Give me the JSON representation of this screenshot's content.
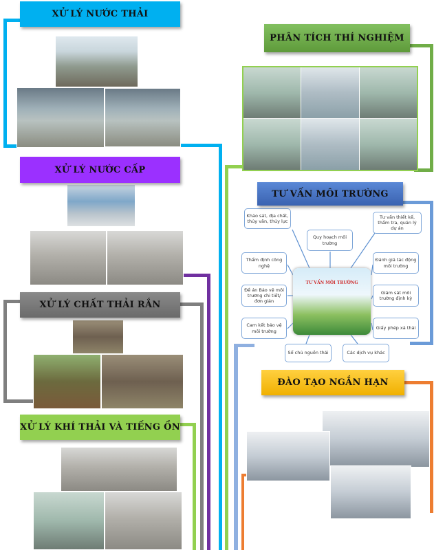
{
  "sections": {
    "wastewater": {
      "title": "XỬ LÝ NƯỚC THẢI",
      "color": "#00b0f0"
    },
    "water_supply": {
      "title": "XỬ LÝ NƯỚC CẤP",
      "color": "#9b30ff"
    },
    "solid_waste": {
      "title": "XỬ LÝ CHẤT THẢI RẮN",
      "color": "#7f7f7f"
    },
    "emission_noise": {
      "title": "XỬ LÝ KHÍ THẢI VÀ TIẾNG ỒN",
      "color": "#92d050"
    },
    "lab_analysis": {
      "title": "PHÂN TÍCH THÍ NGHIỆM",
      "color": "#70ad47"
    },
    "env_consulting": {
      "title": "TƯ VẤN MÔI TRƯỜNG",
      "color": "#4472c4"
    },
    "training": {
      "title": "ĐÀO TẠO NGẮN HẠN",
      "color": "#ffc000"
    }
  },
  "mindmap": {
    "center": "TƯ VẤN MÔI TRƯỜNG",
    "nodes": [
      "Khảo sát, địa chất, thủy văn, thủy lực",
      "Quy hoạch môi trường",
      "Tư vấn thiết kế, thẩm tra, quản lý dự án",
      "Thẩm định công nghệ",
      "Đánh giá tác động môi trường",
      "Đề án Bảo vệ môi trương chi tiết/ đơn giản",
      "Giám sát môi trường định kỳ",
      "Cam kết bảo vệ môi trường",
      "Giấy phép xả thải",
      "Sổ chủ nguồn thải",
      "Các dịch vụ khác"
    ]
  }
}
